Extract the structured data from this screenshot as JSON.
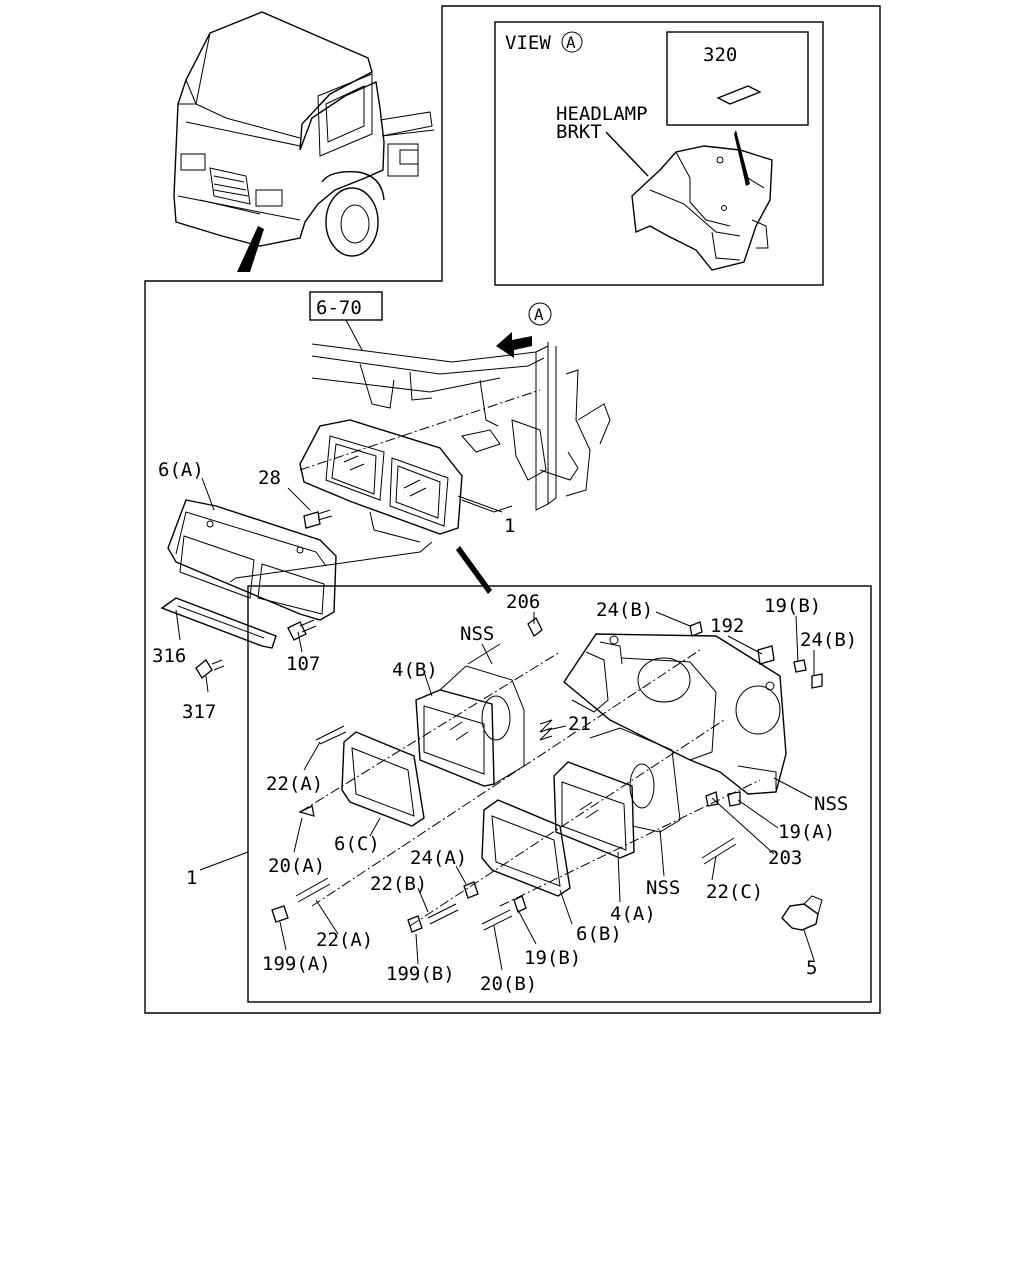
{
  "view_box": {
    "title": "VIEW",
    "title_marker": "A",
    "inset_part": "320",
    "headlamp_label_line1": "HEADLAMP",
    "headlamp_label_line2": "BRKT"
  },
  "reference_marker": "A",
  "reference_section": "6-70",
  "callouts": {
    "c_6a": "6(A)",
    "c_28": "28",
    "c_1_top": "1",
    "c_316": "316",
    "c_107": "107",
    "c_317": "317",
    "c_206": "206",
    "c_24b_1": "24(B)",
    "c_192": "192",
    "c_19b_top": "19(B)",
    "c_24b_2": "24(B)",
    "c_nss_1": "NSS",
    "c_4b": "4(B)",
    "c_21": "21",
    "c_22a_1": "22(A)",
    "c_nss_2": "NSS",
    "c_19a": "19(A)",
    "c_20a": "20(A)",
    "c_6c": "6(C)",
    "c_203": "203",
    "c_1_left": "1",
    "c_24a": "24(A)",
    "c_22b": "22(B)",
    "c_nss_3": "NSS",
    "c_22c": "22(C)",
    "c_4a": "4(A)",
    "c_22a_2": "22(A)",
    "c_6b": "6(B)",
    "c_19b_bot": "19(B)",
    "c_199a": "199(A)",
    "c_199b": "199(B)",
    "c_20b": "20(B)",
    "c_5": "5"
  }
}
